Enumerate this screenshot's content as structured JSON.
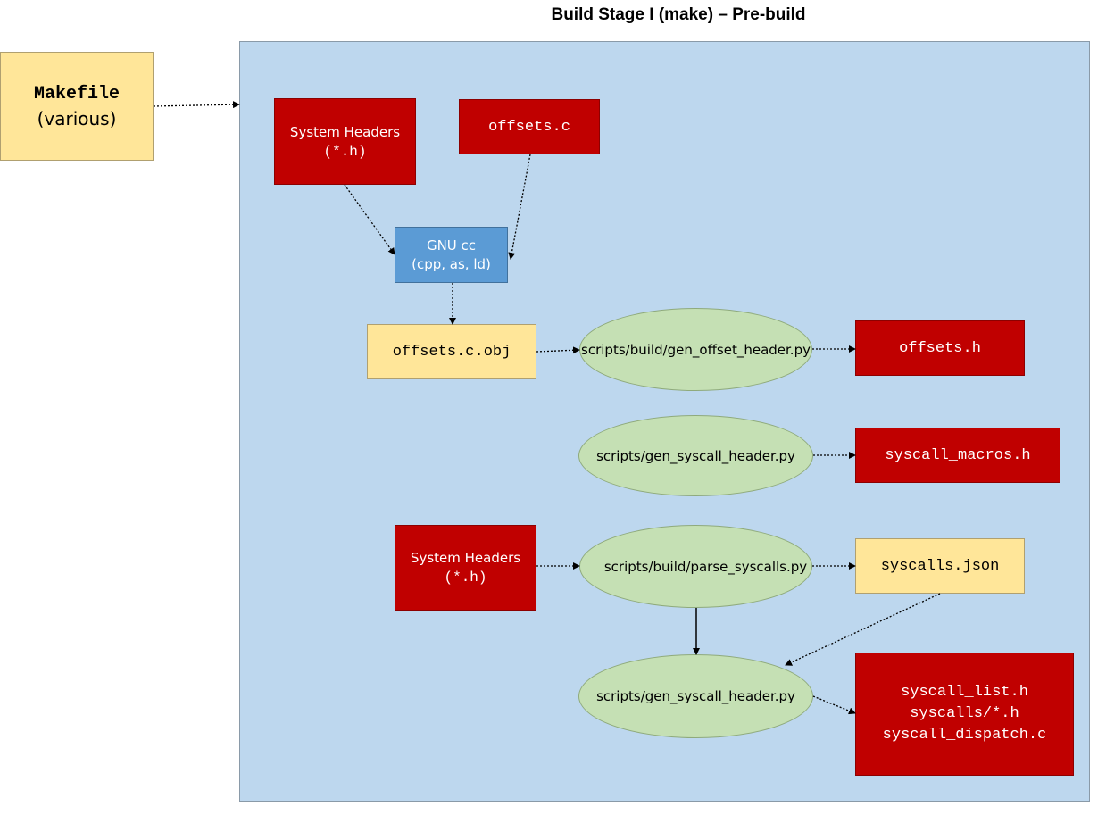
{
  "title": "Build Stage I (make) – Pre-build",
  "makefile": {
    "name": "Makefile",
    "sub": "(various)"
  },
  "sys_headers_1": {
    "line1": "System Headers",
    "line2": "(*.h)"
  },
  "offsets_c": "offsets.c",
  "gnu_cc": {
    "line1": "GNU cc",
    "line2": "(cpp, as, ld)"
  },
  "offsets_obj": "offsets.c.obj",
  "gen_offset_script": "scripts/build/gen_offset_header.py",
  "offsets_h": "offsets.h",
  "gen_syscall_script_1": "scripts/gen_syscall_header.py",
  "syscall_macros": "syscall_macros.h",
  "sys_headers_2": {
    "line1": "System Headers",
    "line2": "(*.h)"
  },
  "parse_syscalls_script": "scripts/build/parse_syscalls.py",
  "syscalls_json": "syscalls.json",
  "gen_syscall_script_2": "scripts/gen_syscall_header.py",
  "outputs": {
    "line1": "syscall_list.h",
    "line2": "syscalls/*.h",
    "line3": "syscall_dispatch.c"
  },
  "colors": {
    "red": "#c00000",
    "yellow": "#ffe699",
    "blue_box": "#5b9bd5",
    "green": "#c5e0b4",
    "container": "#bdd7ee"
  }
}
